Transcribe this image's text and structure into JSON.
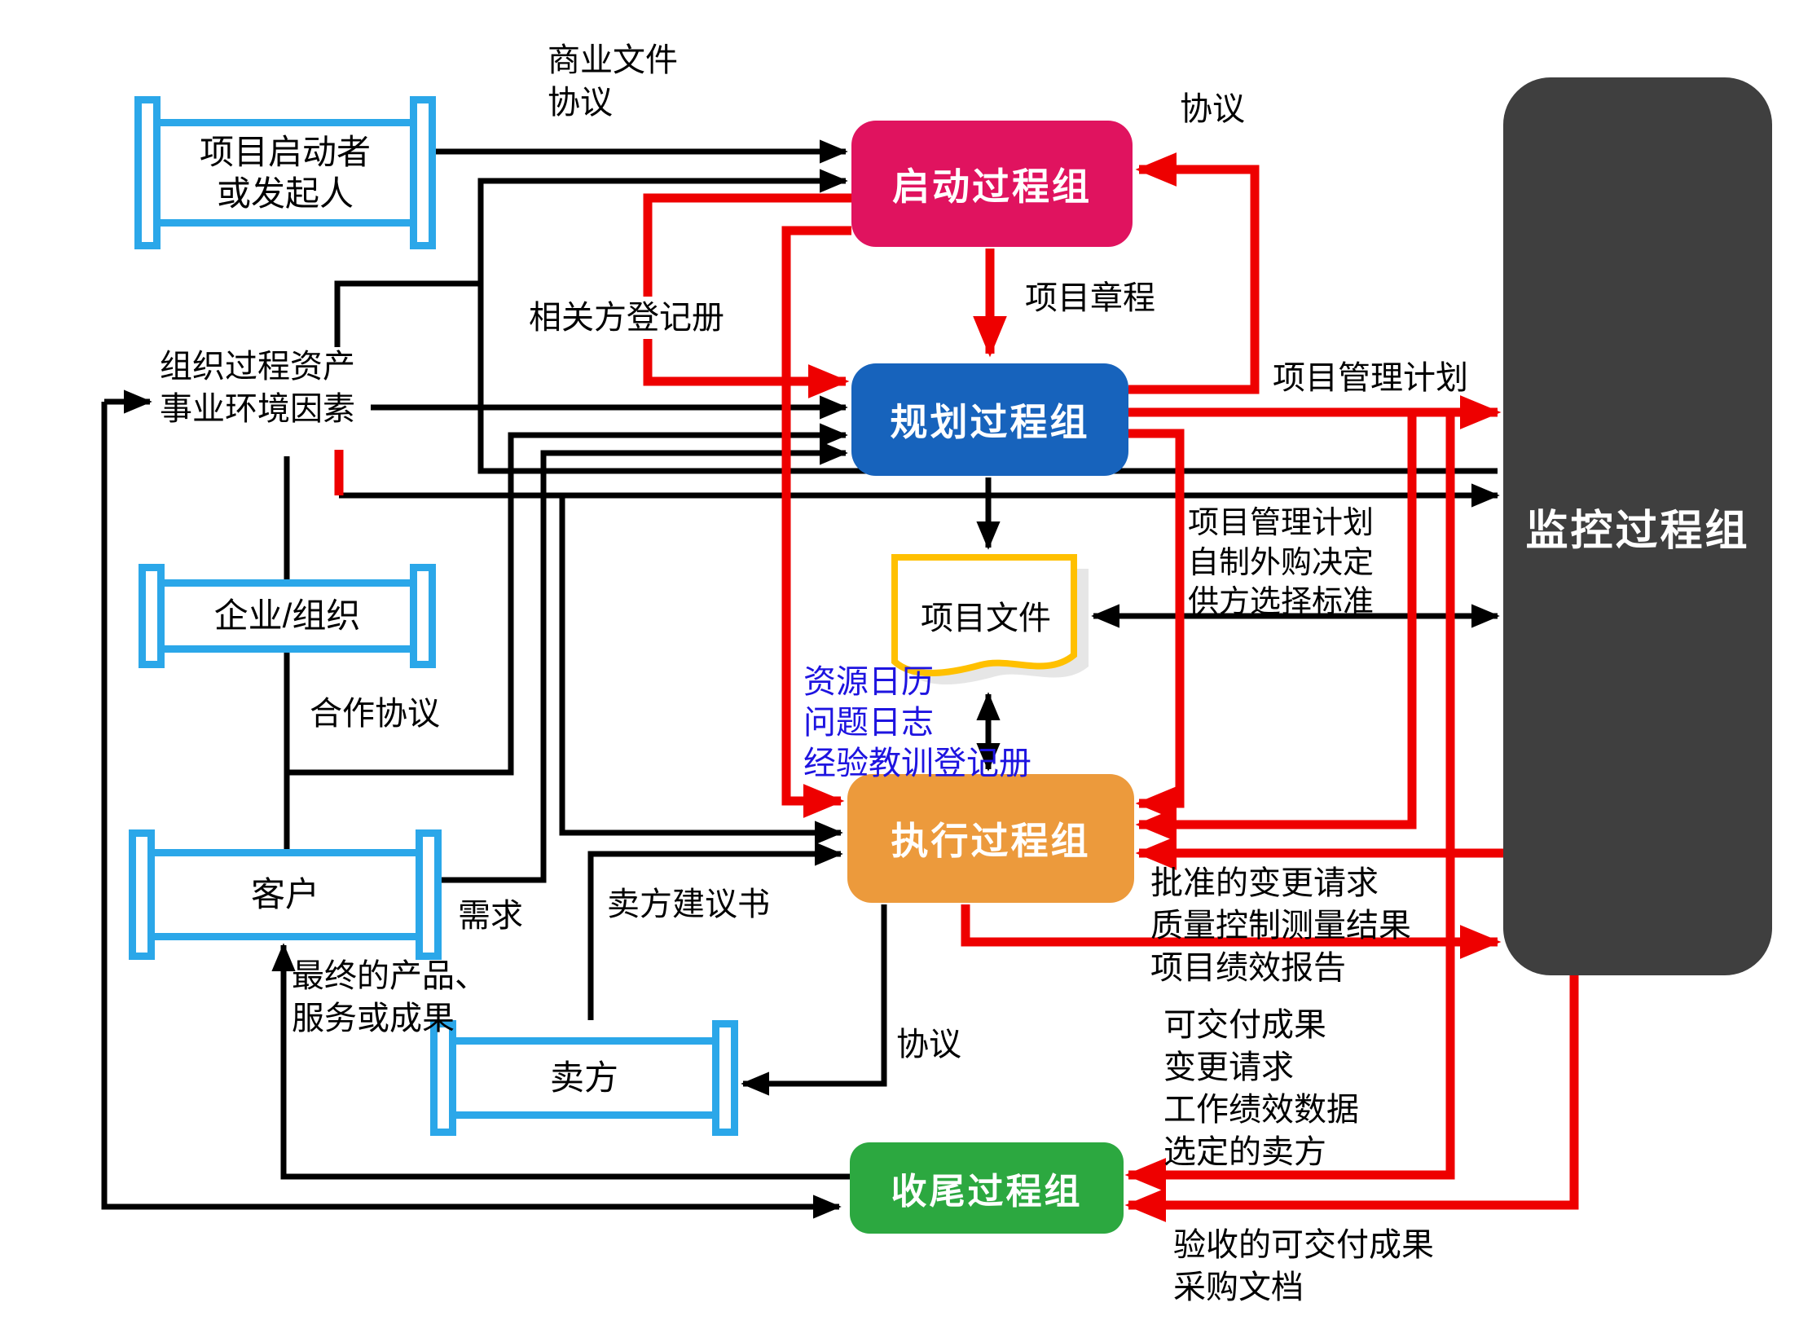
{
  "title": "项目管理过程组数据流图",
  "colors": {
    "red": "#ee0000",
    "black": "#000000",
    "bracket_blue": "#2ba7e9",
    "doc_border": "#ffc000",
    "doc_shadow": "#e6e6e6",
    "blue_text": "#1e14e0",
    "initiating": "#e0135f",
    "planning": "#1763bc",
    "executing": "#ec9a3c",
    "closing": "#2ca840",
    "monitoring": "#3f3f3f"
  },
  "nodes": {
    "initiator": {
      "lines": [
        "项目启动者",
        "或发起人"
      ]
    },
    "enterprise": {
      "label": "企业/组织"
    },
    "customer": {
      "label": "客户"
    },
    "seller": {
      "label": "卖方"
    },
    "initiating": {
      "label": "启动过程组"
    },
    "planning": {
      "label": "规划过程组"
    },
    "documents": {
      "label": "项目文件"
    },
    "executing": {
      "label": "执行过程组"
    },
    "closing": {
      "label": "收尾过程组"
    },
    "monitoring": {
      "label": "监控过程组"
    }
  },
  "labels": {
    "biz_docs": {
      "lines": [
        "商业文件",
        "协议"
      ]
    },
    "agreement_top": "协议",
    "charter": "项目章程",
    "stakeholder_register": "相关方登记册",
    "opa_eef": {
      "lines": [
        "组织过程资产",
        "事业环境因素"
      ]
    },
    "pm_plan": "项目管理计划",
    "pm_plan_block": {
      "lines": [
        "项目管理计划",
        "自制外购决定",
        "供方选择标准"
      ]
    },
    "cooperation": "合作协议",
    "demand": "需求",
    "seller_proposal": "卖方建议书",
    "final_product": {
      "lines": [
        "最终的产品、",
        "服务或成果"
      ]
    },
    "approved_block": {
      "lines": [
        "批准的变更请求",
        "质量控制测量结果",
        "项目绩效报告"
      ]
    },
    "agreement_seller": "协议",
    "deliverables_block": {
      "lines": [
        "可交付成果",
        "变更请求",
        "工作绩效数据",
        "选定的卖方"
      ]
    },
    "accepted_block": {
      "lines": [
        "验收的可交付成果",
        "采购文档"
      ]
    },
    "project_docs_blue": {
      "lines": [
        "资源日历",
        "问题日志",
        "经验教训登记册"
      ]
    }
  },
  "edges": [
    {
      "from": "项目启动者或发起人",
      "to": "启动过程组",
      "label": "商业文件 协议",
      "color": "black"
    },
    {
      "from": "监控过程组",
      "to": "启动过程组",
      "color": "black"
    },
    {
      "from": "组织过程资产/事业环境因素",
      "to": "启动过程组",
      "color": "black"
    },
    {
      "from": "规划过程组",
      "to": "启动过程组",
      "label": "协议",
      "color": "red"
    },
    {
      "from": "启动过程组",
      "to": "规划过程组",
      "label": "项目章程",
      "color": "red"
    },
    {
      "from": "启动过程组",
      "to": "规划过程组",
      "label": "相关方登记册",
      "color": "red"
    },
    {
      "from": "启动过程组",
      "to": "执行过程组",
      "label": "相关方登记册",
      "color": "red"
    },
    {
      "from": "组织过程资产/事业环境因素",
      "to": "规划过程组",
      "color": "black"
    },
    {
      "from": "企业/组织",
      "to": "规划过程组",
      "label": "合作协议",
      "color": "black"
    },
    {
      "from": "客户",
      "to": "规划过程组",
      "label": "需求",
      "color": "black"
    },
    {
      "from": "组织过程资产/事业环境因素",
      "to": "监控过程组",
      "color": "black"
    },
    {
      "from": "组织过程资产/事业环境因素",
      "to": "执行过程组",
      "color": "black"
    },
    {
      "from": "卖方",
      "to": "执行过程组",
      "label": "卖方建议书",
      "color": "black"
    },
    {
      "from": "规划过程组",
      "to": "监控过程组",
      "label": "项目管理计划",
      "color": "red"
    },
    {
      "from": "规划过程组",
      "to": "项目文件",
      "color": "black"
    },
    {
      "from": "项目文件",
      "to": "执行过程组",
      "bidirectional": true,
      "color": "black"
    },
    {
      "from": "项目文件",
      "to": "监控过程组",
      "bidirectional": true,
      "label": "项目管理计划 自制外购决定 供方选择标准",
      "color": "black"
    },
    {
      "from": "规划过程组",
      "to": "执行过程组",
      "color": "red"
    },
    {
      "from": "监控过程组",
      "to": "执行过程组",
      "label": "批准的变更请求 质量控制测量结果 项目绩效报告",
      "color": "red"
    },
    {
      "from": "执行过程组",
      "to": "监控过程组",
      "label": "可交付成果 变更请求 工作绩效数据 选定的卖方",
      "color": "red"
    },
    {
      "from": "执行过程组",
      "to": "卖方",
      "label": "协议",
      "color": "black"
    },
    {
      "from": "监控过程组",
      "to": "收尾过程组",
      "label": "验收的可交付成果 采购文档",
      "color": "red"
    },
    {
      "from": "收尾过程组",
      "to": "客户",
      "label": "最终的产品、服务或成果",
      "color": "black"
    },
    {
      "from": "收尾过程组",
      "to": "组织过程资产/事业环境因素",
      "color": "black"
    }
  ]
}
